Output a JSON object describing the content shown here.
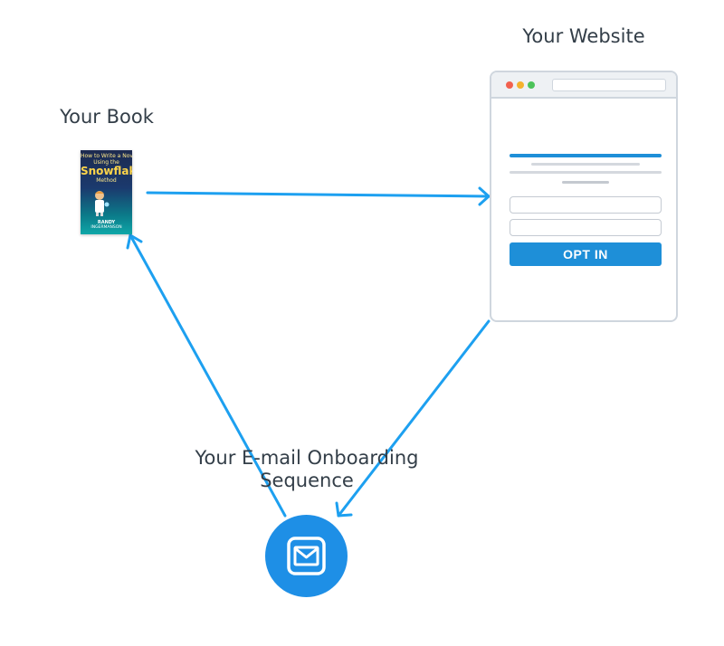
{
  "labels": {
    "book": "Your Book",
    "website": "Your Website",
    "email": "Your E-mail Onboarding Sequence"
  },
  "book_cover": {
    "line1": "How to Write a Novel",
    "line2": "Using the",
    "line3": "Snowflake",
    "line4": "Method",
    "author_first": "RANDY",
    "author_last": "INGERMANSON"
  },
  "website": {
    "button_label": "OPT IN"
  },
  "icons": {
    "email": "envelope-icon"
  },
  "colors": {
    "arrow": "#1da0f0",
    "accent": "#1e8fd8",
    "circle": "#1e8fe6"
  }
}
